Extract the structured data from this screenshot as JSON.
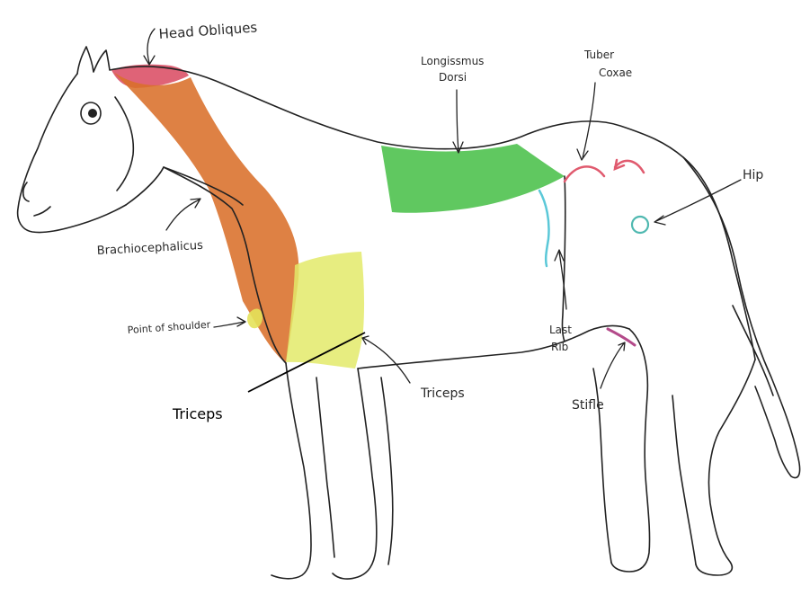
{
  "labels": {
    "head_obliques": "Head Obliques",
    "longissimus": "Longissmus",
    "longissimus_2": "Dorsi",
    "tuber_coxae": "Tuber",
    "tuber_coxae_2": "Coxae",
    "hip": "Hip",
    "brachiocephalicus": "Brachiocephalicus",
    "point_of_shoulder": "Point of shoulder",
    "triceps_hand": "Triceps",
    "last_rib": "Last",
    "last_rib_2": "Rib",
    "stifle": "Stifle",
    "triceps_typed": "Triceps"
  },
  "colors": {
    "head_obliques": "#d9485f",
    "brachiocephalicus": "#d9702a",
    "triceps": "#e3ea6a",
    "longissimus_dorsi": "#4fc24f",
    "point_of_shoulder": "#e4e25a",
    "tuber_coxae": "#e05a6e",
    "last_rib": "#5bc8d8",
    "hip": "#4fb8b0",
    "stifle": "#b44a8a"
  }
}
